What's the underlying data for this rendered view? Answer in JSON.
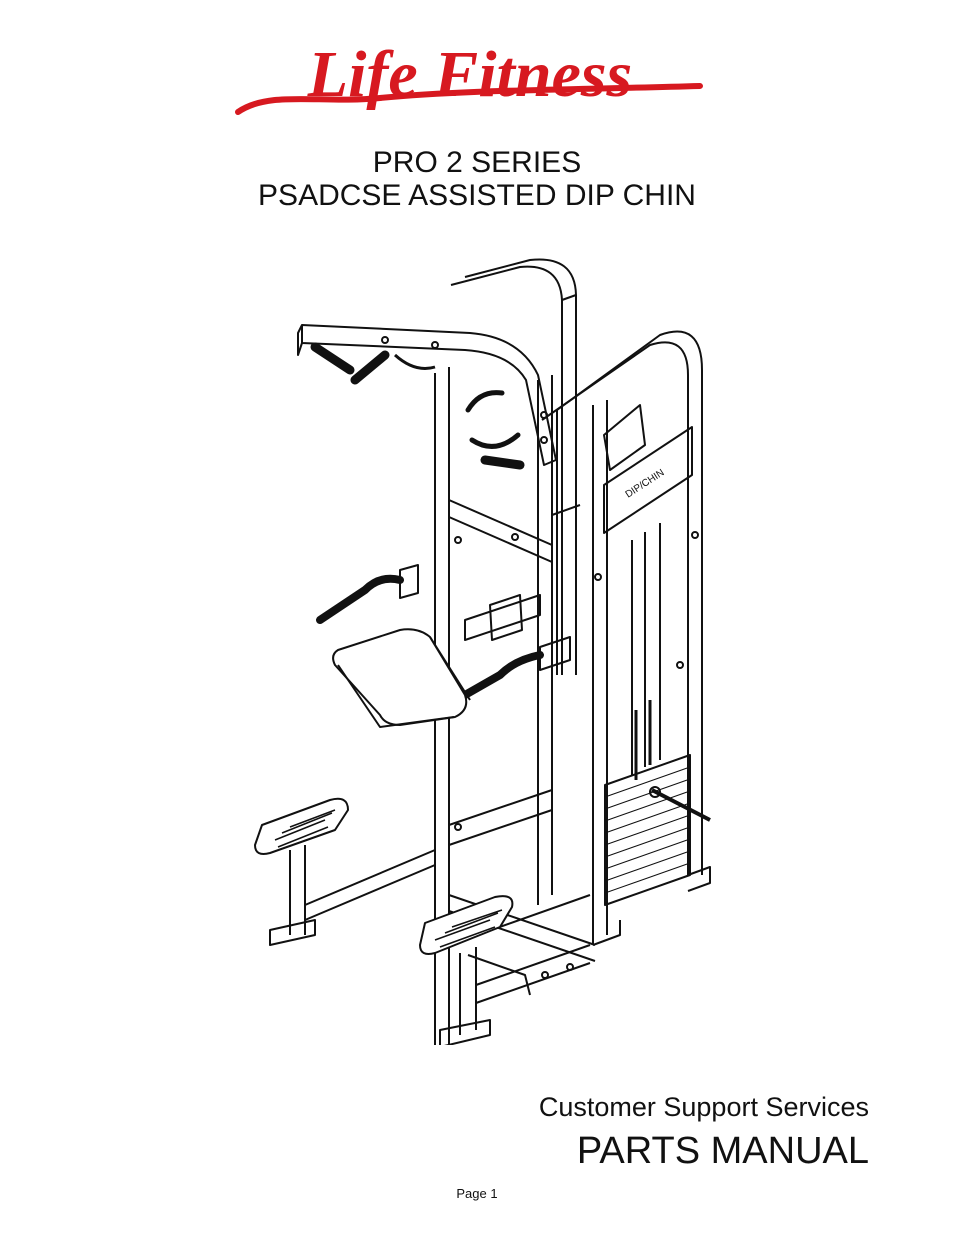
{
  "logo": {
    "text": "Life Fitness",
    "color": "#d71920"
  },
  "heading": {
    "series": "PRO 2 SERIES",
    "product": "PSADCSE ASSISTED DIP CHIN"
  },
  "machine": {
    "placard_text": "DIP/CHIN"
  },
  "footer": {
    "services": "Customer Support Services",
    "manual": "PARTS MANUAL",
    "page": "Page 1"
  }
}
